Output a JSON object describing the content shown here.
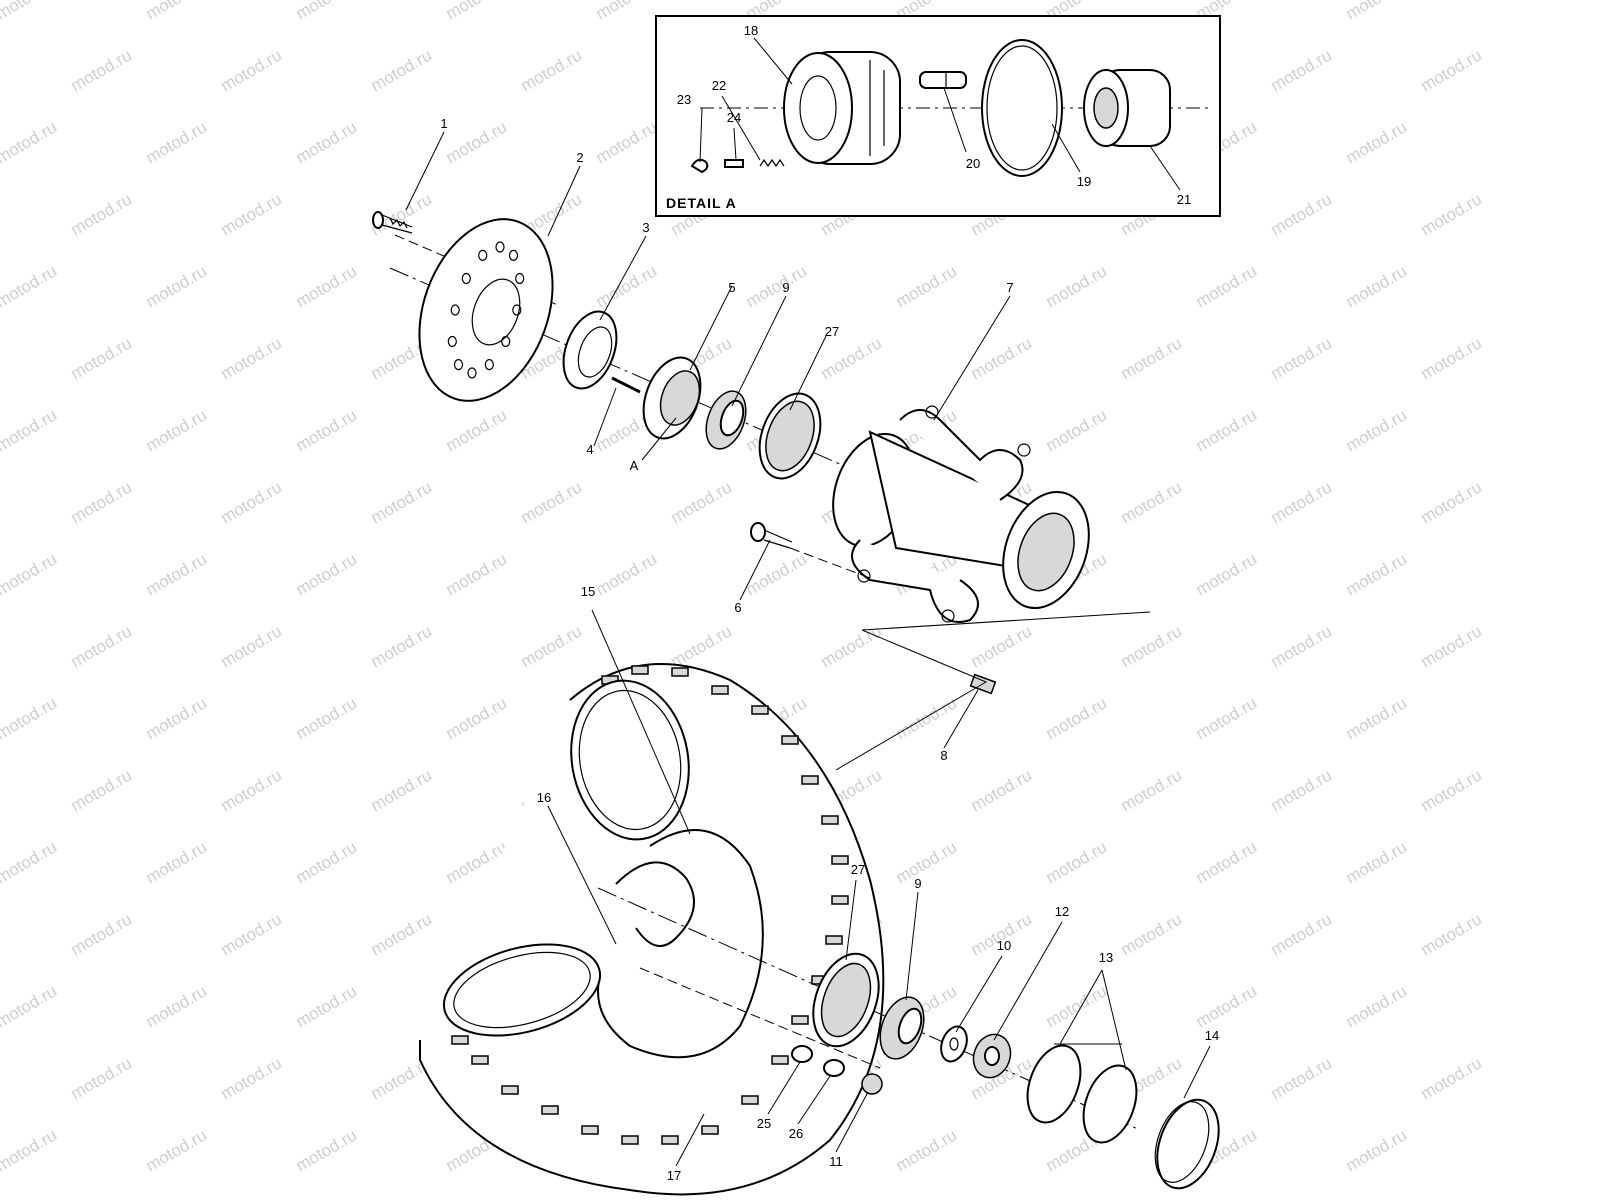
{
  "watermark": "motod.ru",
  "detail_box": {
    "title": "DETAIL A"
  },
  "callouts": {
    "c1": "1",
    "c2": "2",
    "c3": "3",
    "c4": "4",
    "c5": "5",
    "cA": "A",
    "c6": "6",
    "c7": "7",
    "c8": "8",
    "c9a": "9",
    "c27a": "27",
    "c15": "15",
    "c16": "16",
    "c17": "17",
    "c27b": "27",
    "c9b": "9",
    "c10": "10",
    "c12": "12",
    "c13": "13",
    "c14": "14",
    "c25": "25",
    "c26": "26",
    "c11": "11",
    "c18": "18",
    "c22": "22",
    "c23": "23",
    "c24": "24",
    "c20": "20",
    "c19": "19",
    "c21": "21"
  }
}
